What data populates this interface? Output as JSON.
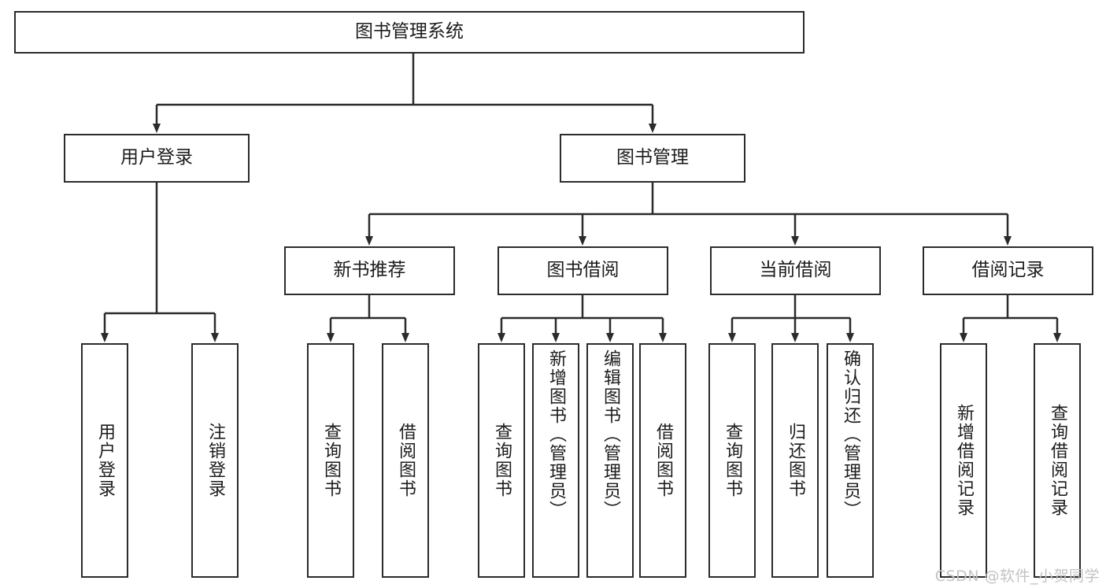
{
  "diagram": {
    "type": "tree-hierarchy",
    "title": "图书管理系统",
    "nodes": {
      "root": {
        "label": "图书管理系统"
      },
      "l1": [
        {
          "id": "user-login",
          "label": "用户登录"
        },
        {
          "id": "book-manage",
          "label": "图书管理"
        }
      ],
      "l2": [
        {
          "id": "new-book-rec",
          "label": "新书推荐"
        },
        {
          "id": "book-borrow",
          "label": "图书借阅"
        },
        {
          "id": "current-borrow",
          "label": "当前借阅"
        },
        {
          "id": "borrow-record",
          "label": "借阅记录"
        }
      ],
      "leaves": [
        {
          "id": "leaf-user-login",
          "label": "用户登录",
          "parent": "user-login"
        },
        {
          "id": "leaf-user-logout",
          "label": "注销登录",
          "parent": "user-login"
        },
        {
          "id": "leaf-query-book-1",
          "label": "查询图书",
          "parent": "new-book-rec"
        },
        {
          "id": "leaf-borrow-book-1",
          "label": "借阅图书",
          "parent": "new-book-rec"
        },
        {
          "id": "leaf-query-book-2",
          "label": "查询图书",
          "parent": "book-borrow"
        },
        {
          "id": "leaf-add-book",
          "label": "新增图书（管理员）",
          "parent": "book-borrow"
        },
        {
          "id": "leaf-edit-book",
          "label": "编辑图书（管理员）",
          "parent": "book-borrow"
        },
        {
          "id": "leaf-borrow-book-2",
          "label": "借阅图书",
          "parent": "book-borrow"
        },
        {
          "id": "leaf-query-book-3",
          "label": "查询图书",
          "parent": "current-borrow"
        },
        {
          "id": "leaf-return-book",
          "label": "归还图书",
          "parent": "current-borrow"
        },
        {
          "id": "leaf-confirm-return",
          "label": "确认归还（管理员）",
          "parent": "current-borrow"
        },
        {
          "id": "leaf-add-record",
          "label": "新增借阅记录",
          "parent": "borrow-record"
        },
        {
          "id": "leaf-query-record",
          "label": "查询借阅记录",
          "parent": "borrow-record"
        }
      ]
    },
    "colors": {
      "stroke": "#2b2b2b",
      "fill": "#ffffff",
      "text": "#1c1c1c",
      "watermark": "#c3c3c3"
    }
  },
  "watermark": {
    "text": "CSDN @软件_小贺同学"
  }
}
